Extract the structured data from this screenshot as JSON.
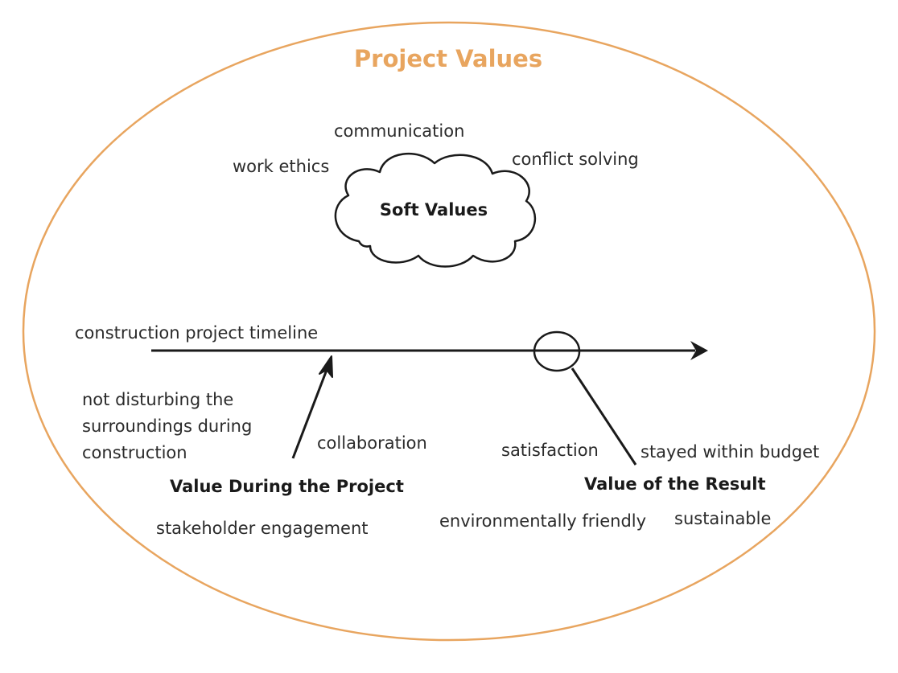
{
  "diagram": {
    "title": "Project Values",
    "accent_color": "#E8A55F",
    "soft_values": {
      "label": "Soft Values",
      "items": [
        "communication",
        "work ethics",
        "conflict solving"
      ]
    },
    "timeline": {
      "label": "construction project timeline"
    },
    "during_project": {
      "label": "Value During the Project",
      "items": [
        "not disturbing the",
        "surroundings during",
        "construction",
        "collaboration",
        "stakeholder engagement"
      ]
    },
    "result": {
      "label": "Value of the Result",
      "items": [
        "satisfaction",
        "stayed within budget",
        "environmentally friendly",
        "sustainable"
      ]
    }
  }
}
